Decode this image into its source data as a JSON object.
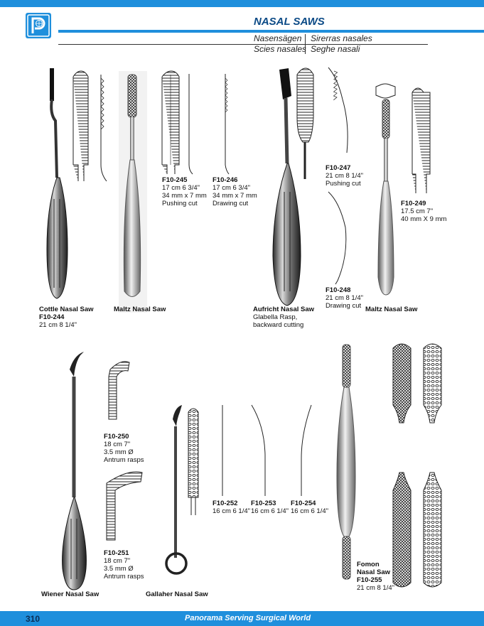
{
  "header": {
    "title": "NASAL SAWS",
    "de": "Nasensägen",
    "es": "Sirerras nasales",
    "fr": "Scies nasales",
    "it": "Seghe nasali"
  },
  "items": [
    {
      "code": "",
      "name": "Cottle Nasal Saw",
      "code2": "F10-244",
      "size": "21 cm 8 1/4\""
    },
    {
      "name": "Maltz Nasal Saw"
    },
    {
      "code": "F10-245",
      "size": "17 cm 6 3/4\"",
      "dim": "34 mm x 7 mm",
      "note": "Pushing cut"
    },
    {
      "code": "F10-246",
      "size": "17 cm 6 3/4\"",
      "dim": "34 mm x 7 mm",
      "note": "Drawing cut"
    },
    {
      "name": "Aufricht Nasal Saw",
      "desc1": "Glabella Rasp,",
      "desc2": "backward cutting"
    },
    {
      "code": "F10-247",
      "size": "21 cm 8 1/4\"",
      "note": "Pushing cut"
    },
    {
      "code": "F10-248",
      "size": "21 cm 8 1/4\"",
      "note": "Drawing cut"
    },
    {
      "name": "Maltz Nasal Saw"
    },
    {
      "code": "F10-249",
      "size": "17.5 cm 7\"",
      "dim": "40 mm X 9 mm"
    },
    {
      "name": "Wiener Nasal Saw"
    },
    {
      "code": "F10-250",
      "size": "18 cm 7\"",
      "dim": "3.5 mm Ø",
      "note": "Antrum rasps"
    },
    {
      "code": "F10-251",
      "size": "18 cm 7\"",
      "dim": "3.5 mm Ø",
      "note": "Antrum rasps"
    },
    {
      "name": "Gallaher Nasal Saw"
    },
    {
      "code": "F10-252",
      "size": "16 cm 6 1/4\""
    },
    {
      "code": "F10-253",
      "size": "16 cm 6 1/4\""
    },
    {
      "code": "F10-254",
      "size": "16 cm 6 1/4\""
    },
    {
      "name1": "Fomon",
      "name2": "Nasal Saw",
      "code": "F10-255",
      "size": "21 cm 8 1/4\""
    }
  ],
  "footer": {
    "page": "310",
    "slogan": "Panorama Serving Surgical World"
  },
  "colors": {
    "brand": "#1f8fdc",
    "title": "#0b4a86"
  }
}
